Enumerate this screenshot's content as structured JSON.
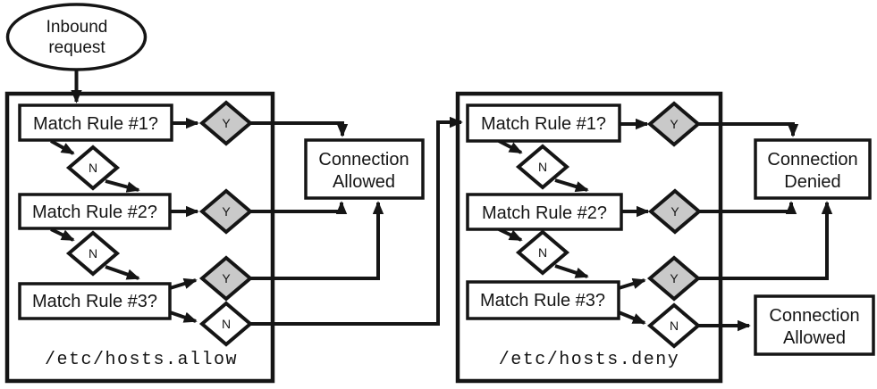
{
  "labels": {
    "yes": "Y",
    "no": "N"
  },
  "start": {
    "line1": "Inbound",
    "line2": "request"
  },
  "allow_section": {
    "rules": [
      {
        "label": "Match Rule #1?"
      },
      {
        "label": "Match Rule #2?"
      },
      {
        "label": "Match Rule #3?"
      }
    ],
    "file": "/etc/hosts.allow",
    "outcome": {
      "line1": "Connection",
      "line2": "Allowed"
    }
  },
  "deny_section": {
    "rules": [
      {
        "label": "Match Rule #1?"
      },
      {
        "label": "Match Rule #2?"
      },
      {
        "label": "Match Rule #3?"
      }
    ],
    "file": "/etc/hosts.deny",
    "outcome_denied": {
      "line1": "Connection",
      "line2": "Denied"
    },
    "outcome_allowed": {
      "line1": "Connection",
      "line2": "Allowed"
    }
  },
  "colors": {
    "stroke": "#151515",
    "yes_fill": "#c9c9c9",
    "no_fill": "#ffffff",
    "background": "#ffffff"
  }
}
